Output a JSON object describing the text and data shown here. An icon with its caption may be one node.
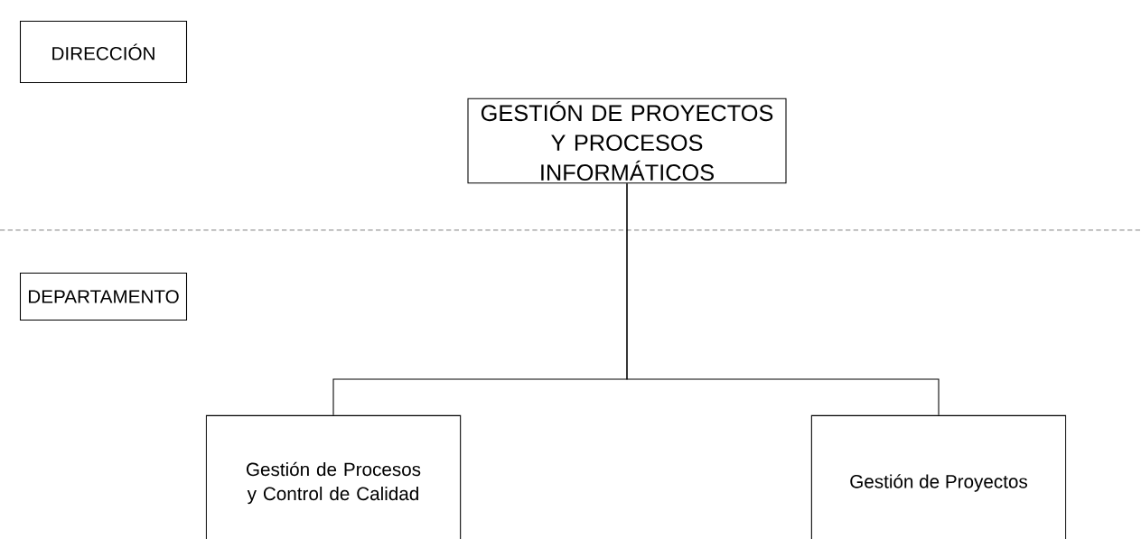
{
  "diagram": {
    "nodes": [
      {
        "text": [
          "DIRECCIÓN"
        ]
      },
      {
        "text": [
          "DEPARTAMENTO"
        ]
      },
      {
        "text": [
          "GESTIÓN DE PROYECTOS Y PROCESOS INFORMÁTICOS"
        ]
      },
      {
        "text": [
          "Gestión de Procesos y Control de Calidad"
        ]
      },
      {
        "text": [
          "Gestión de Proyectos"
        ]
      }
    ],
    "edges": [
      {
        "from": 2,
        "to": 3,
        "arrow": "none"
      },
      {
        "from": 2,
        "to": 4,
        "arrow": "none"
      }
    ]
  }
}
